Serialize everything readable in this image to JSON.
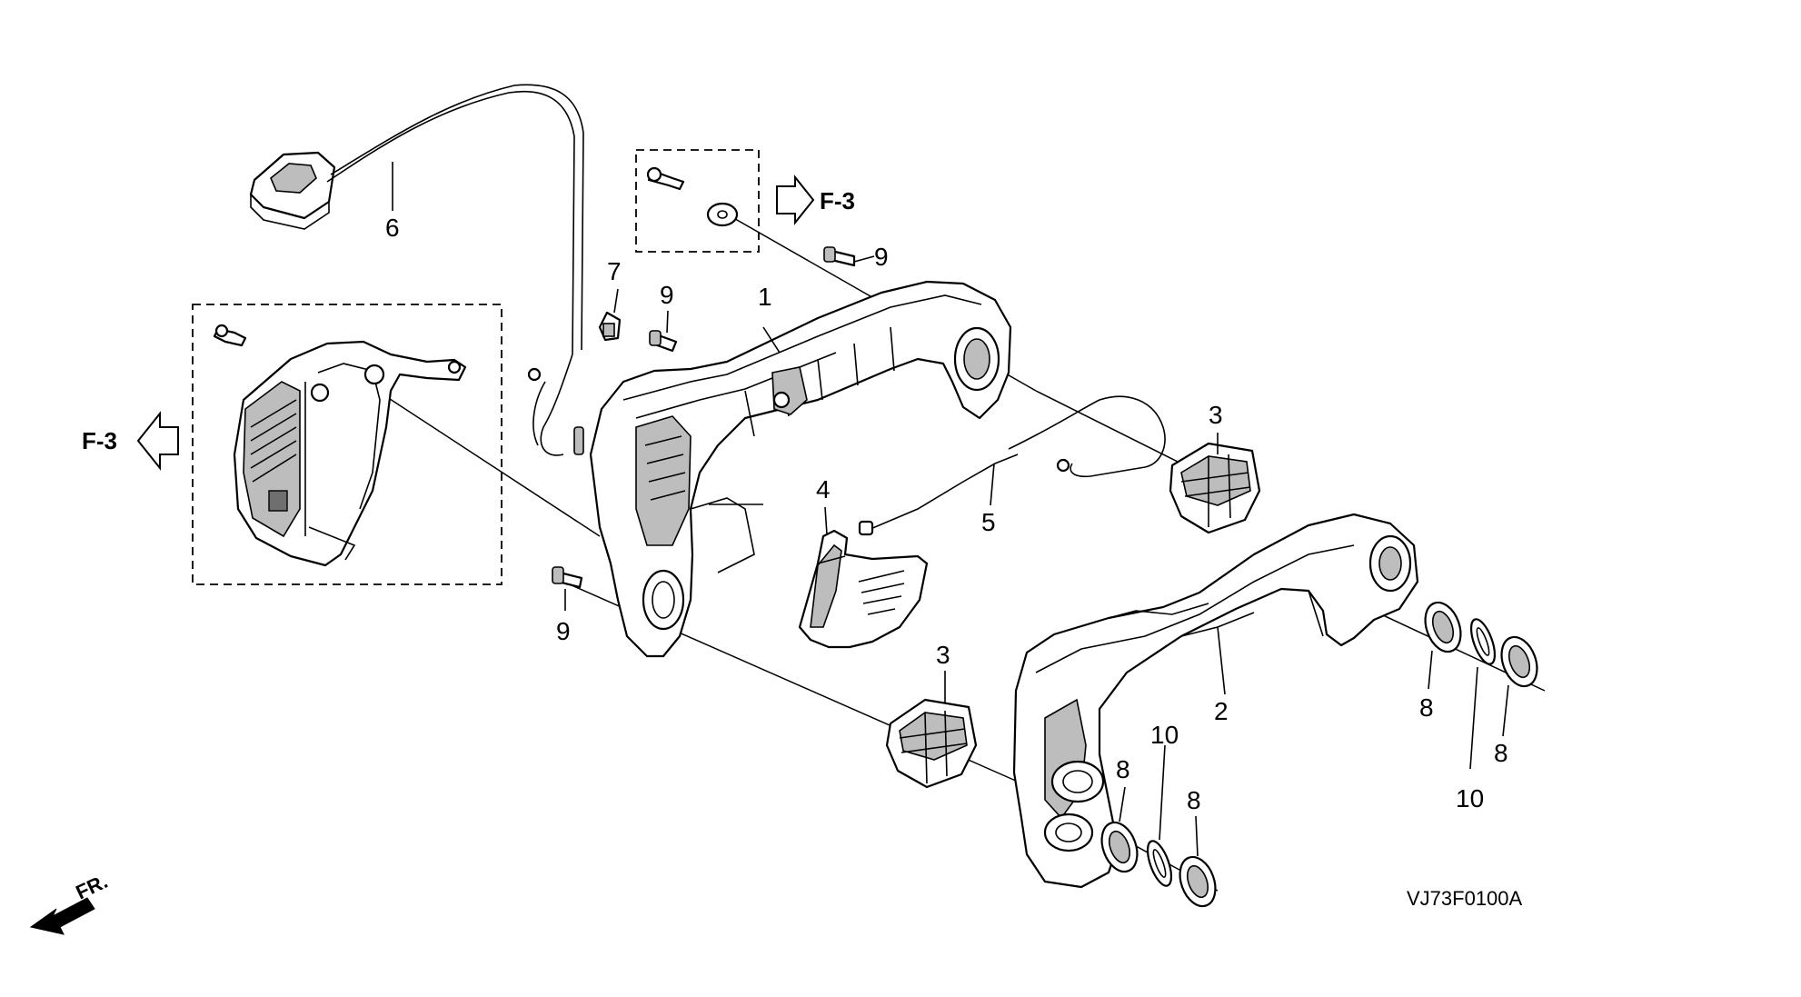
{
  "diagram": {
    "ref_code": "VJ73F0100A",
    "front_label": "FR.",
    "see_ref_left": "F-3",
    "see_ref_top": "F-3",
    "colors": {
      "line": "#000000",
      "background": "#ffffff",
      "shade": "#bdbdbd"
    },
    "parts": [
      {
        "number": "1",
        "description": "main handle frame"
      },
      {
        "number": "2",
        "description": "handle grip cover"
      },
      {
        "number": "3",
        "description": "damper mount"
      },
      {
        "number": "4",
        "description": "bracket"
      },
      {
        "number": "5",
        "description": "wire cable"
      },
      {
        "number": "6",
        "description": "switch with cable"
      },
      {
        "number": "7",
        "description": "screw"
      },
      {
        "number": "8",
        "description": "washer"
      },
      {
        "number": "9",
        "description": "bolt"
      },
      {
        "number": "10",
        "description": "clip"
      }
    ],
    "callouts": [
      {
        "id": "c6",
        "text": "6"
      },
      {
        "id": "c7",
        "text": "7"
      },
      {
        "id": "c9a",
        "text": "9"
      },
      {
        "id": "c9b",
        "text": "9"
      },
      {
        "id": "c1",
        "text": "1"
      },
      {
        "id": "c9c",
        "text": "9"
      },
      {
        "id": "c3a",
        "text": "3"
      },
      {
        "id": "c4",
        "text": "4"
      },
      {
        "id": "c5",
        "text": "5"
      },
      {
        "id": "c3b",
        "text": "3"
      },
      {
        "id": "c2",
        "text": "2"
      },
      {
        "id": "c8a",
        "text": "8"
      },
      {
        "id": "c8b",
        "text": "8"
      },
      {
        "id": "c10a",
        "text": "10"
      },
      {
        "id": "c10b",
        "text": "10"
      },
      {
        "id": "c8c",
        "text": "8"
      },
      {
        "id": "c8d",
        "text": "8"
      }
    ]
  }
}
